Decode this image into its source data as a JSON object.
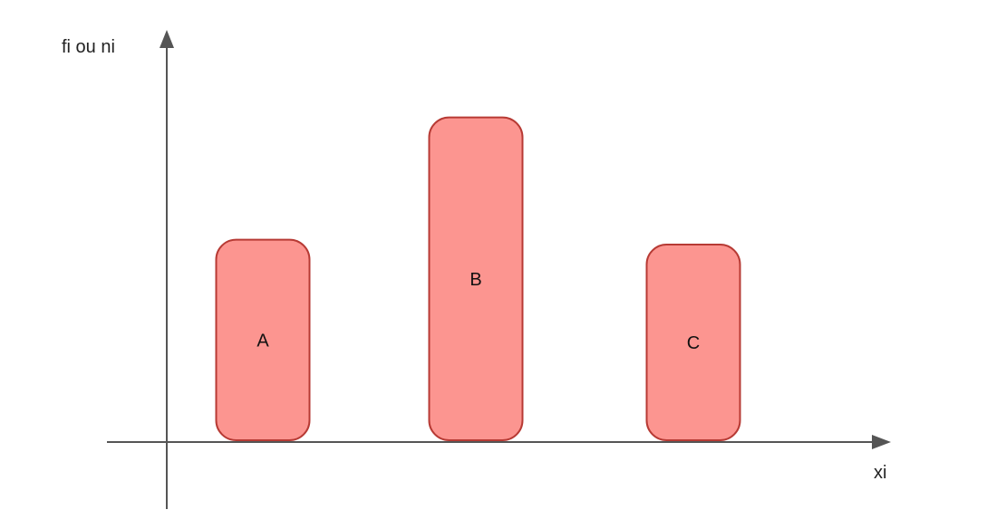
{
  "chart_data": {
    "type": "bar",
    "categories": [
      "A",
      "B",
      "C"
    ],
    "values": [
      2.05,
      3.3,
      2.0
    ],
    "ylabel": "fi ou ni",
    "xlabel": "xi",
    "ylim": [
      0,
      4.5
    ],
    "grid": false,
    "legend": "none",
    "colors": {
      "bar_fill": "#fc9590",
      "bar_stroke": "#b73a34",
      "axis": "#555555"
    }
  }
}
